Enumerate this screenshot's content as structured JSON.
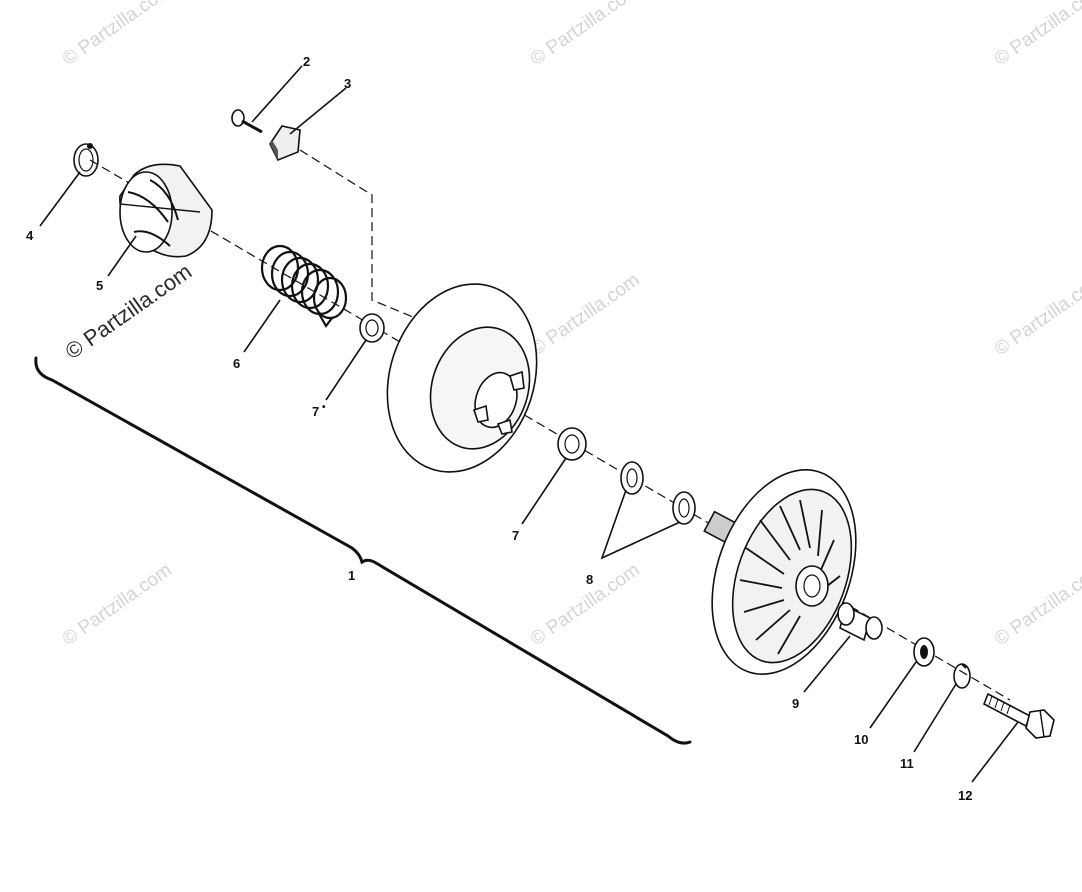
{
  "colors": {
    "ink": "#111111",
    "paper": "#ffffff",
    "watermark": "#d4d4d4",
    "shade": "#c9c9c9"
  },
  "watermarks": {
    "light": "© Partzilla.com",
    "strong": "© Partzilla.com"
  },
  "callouts": {
    "c1": "1",
    "c2": "2",
    "c3": "3",
    "c4": "4",
    "c5": "5",
    "c6": "6",
    "c7a": "7",
    "c7b": "7",
    "c8": "8",
    "c9": "9",
    "c10": "10",
    "c11": "11",
    "c12": "12"
  }
}
